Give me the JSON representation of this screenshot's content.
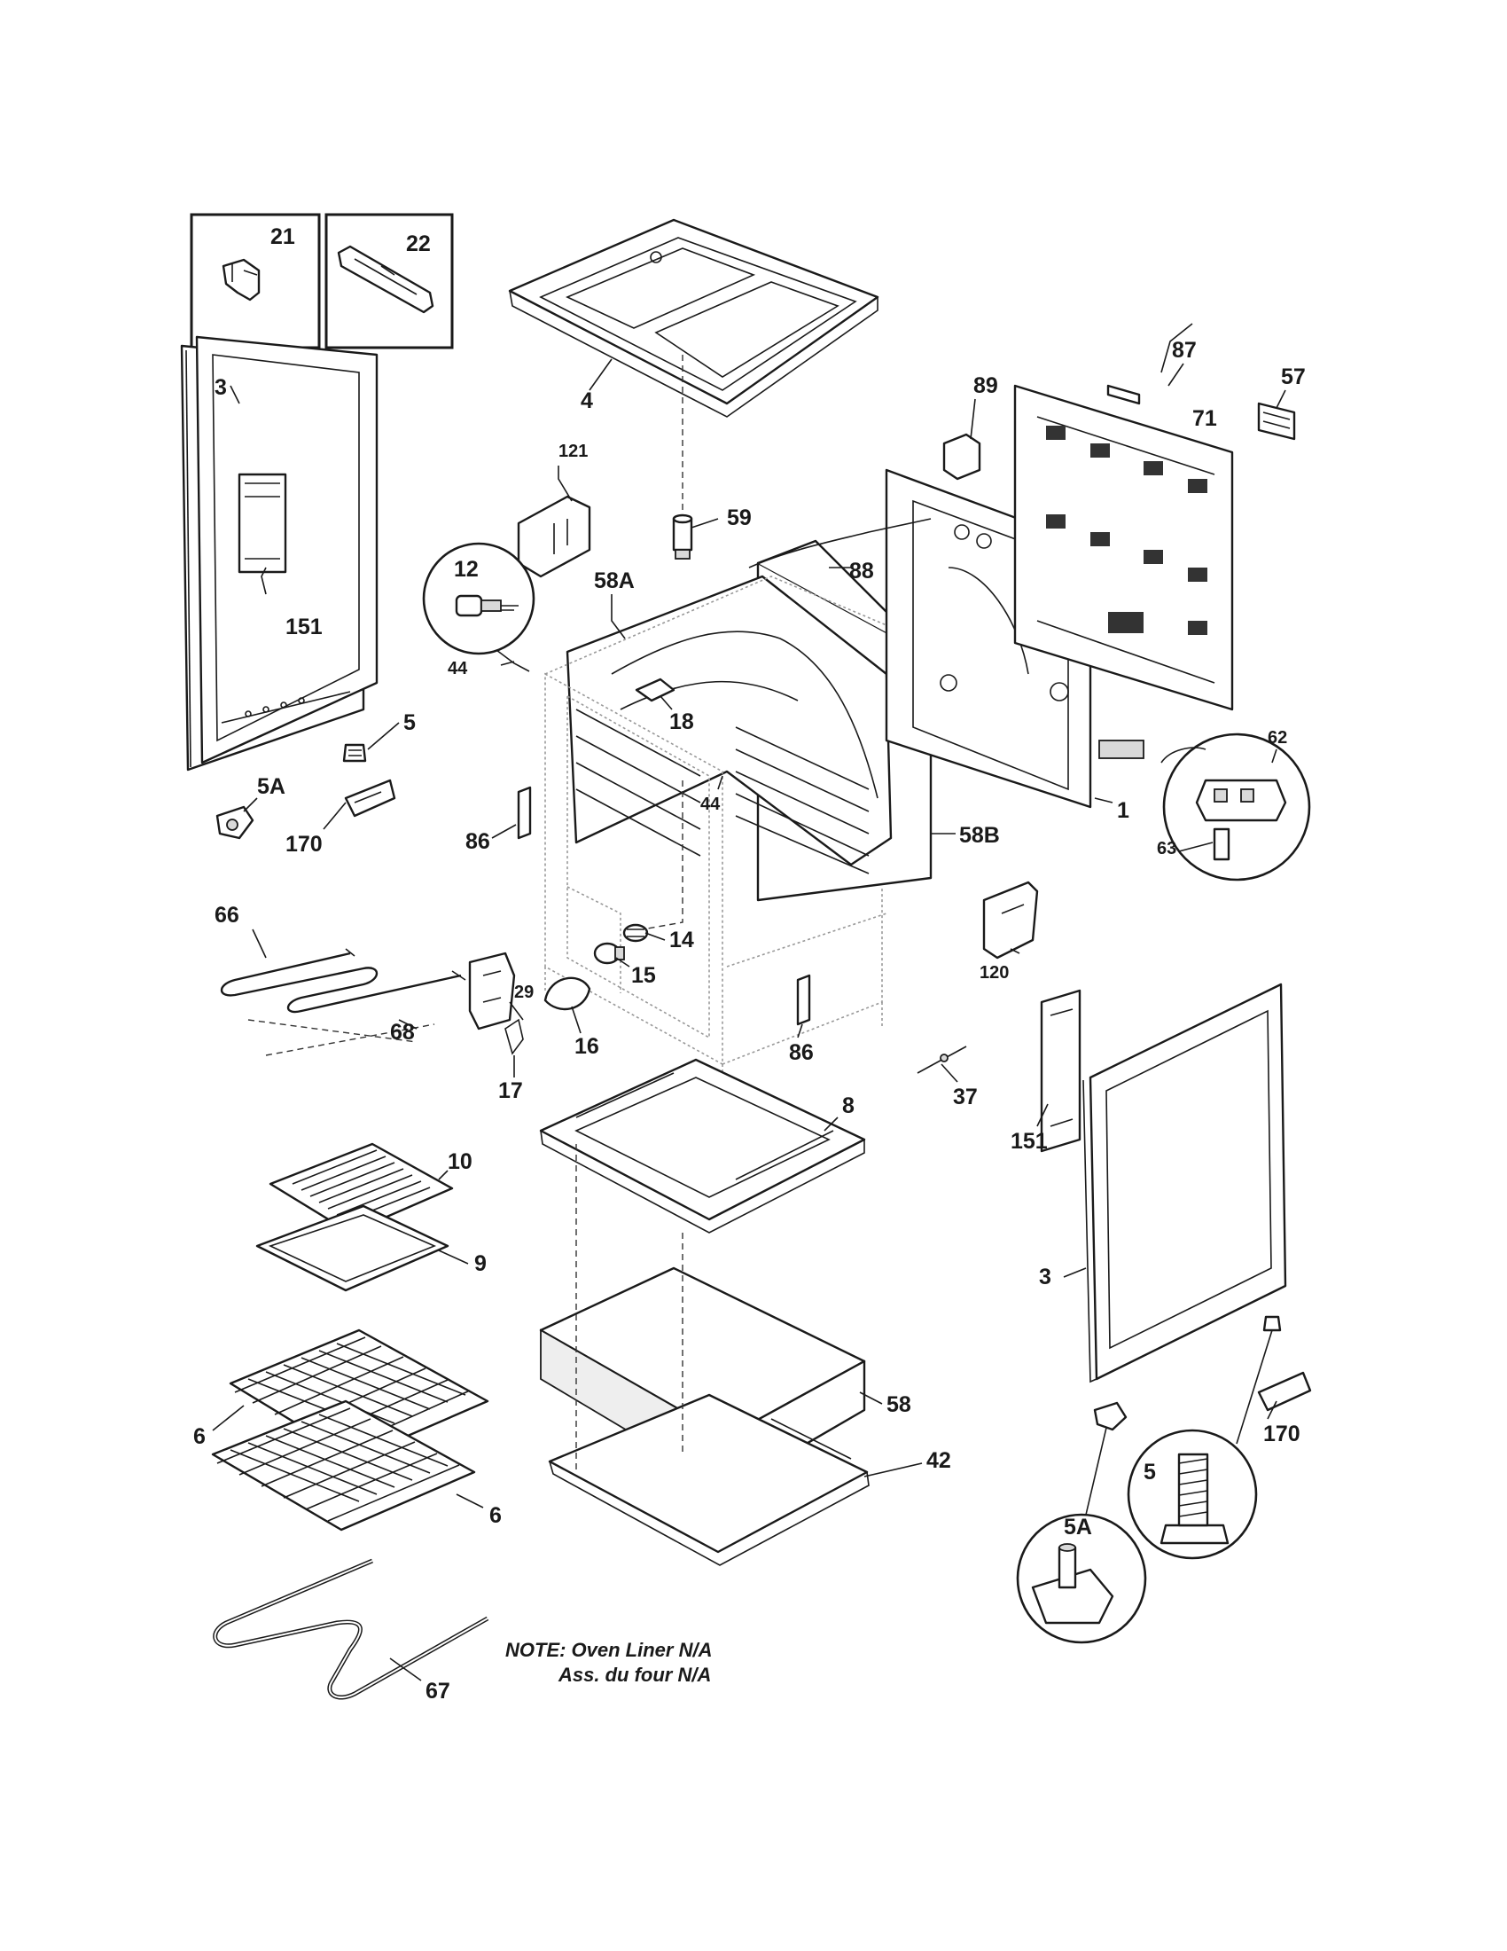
{
  "labels": {
    "l21": "21",
    "l22": "22",
    "l3a": "3",
    "l151a": "151",
    "l4": "4",
    "l121": "121",
    "l59": "59",
    "l12": "12",
    "l44a": "44",
    "l58A": "58A",
    "l88": "88",
    "l89": "89",
    "l87": "87",
    "l57": "57",
    "l71": "71",
    "l18": "18",
    "l44b": "44",
    "l1": "1",
    "l62": "62",
    "l63": "63",
    "l58B": "58B",
    "l5a": "5",
    "l5Aa": "5A",
    "l170a": "170",
    "l86a": "86",
    "l66": "66",
    "l68": "68",
    "l29": "29",
    "l14": "14",
    "l15": "15",
    "l16": "16",
    "l17": "17",
    "l86b": "86",
    "l120": "120",
    "l37": "37",
    "l151b": "151",
    "l8": "8",
    "l10": "10",
    "l9": "9",
    "l3b": "3",
    "l58": "58",
    "l42": "42",
    "l6a": "6",
    "l6b": "6",
    "l170b": "170",
    "l5b": "5",
    "l5Ab": "5A",
    "l67": "67"
  },
  "note": {
    "line1": "NOTE: Oven Liner N/A",
    "line2": "Ass. du four N/A"
  }
}
